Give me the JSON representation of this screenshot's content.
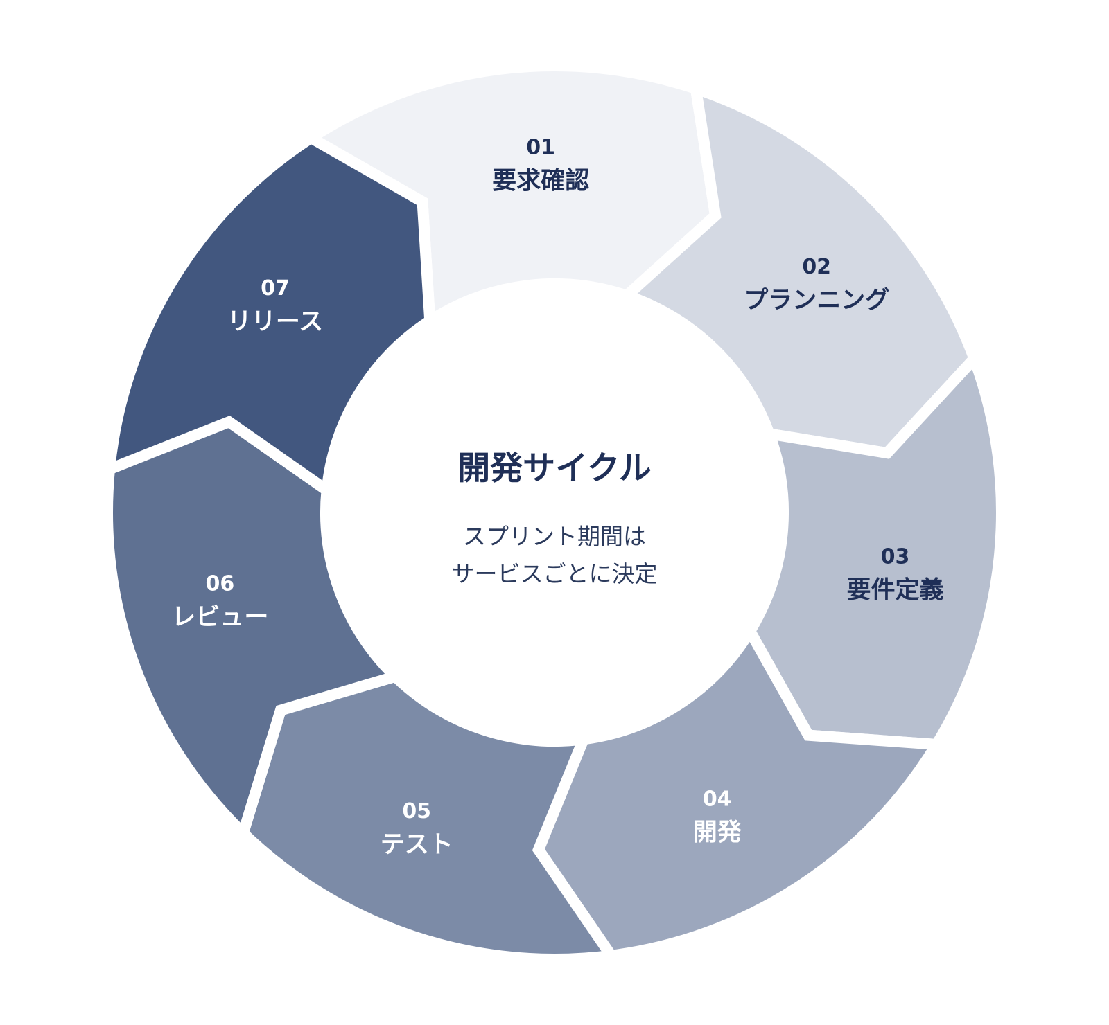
{
  "diagram": {
    "center": {
      "title": "開発サイクル",
      "subtitle_line1": "スプリント期間は",
      "subtitle_line2": "サービスごとに決定"
    },
    "steps": [
      {
        "number": "01",
        "label": "要求確認",
        "fill": "#f0f2f6",
        "text_color": "#1f2f57"
      },
      {
        "number": "02",
        "label": "プランニング",
        "fill": "#d4d9e3",
        "text_color": "#1f2f57"
      },
      {
        "number": "03",
        "label": "要件定義",
        "fill": "#b7bfcf",
        "text_color": "#1f2f57"
      },
      {
        "number": "04",
        "label": "開発",
        "fill": "#9ca7bd",
        "text_color": "#ffffff"
      },
      {
        "number": "05",
        "label": "テスト",
        "fill": "#7c8ba7",
        "text_color": "#ffffff"
      },
      {
        "number": "06",
        "label": "レビュー",
        "fill": "#5f7192",
        "text_color": "#ffffff"
      },
      {
        "number": "07",
        "label": "リリース",
        "fill": "#42577f",
        "text_color": "#ffffff"
      }
    ],
    "colors": {
      "center_fill": "#ffffff",
      "title_color": "#1f2f57",
      "subtitle_color": "#2b3a5c",
      "gap_color": "#ffffff"
    }
  }
}
